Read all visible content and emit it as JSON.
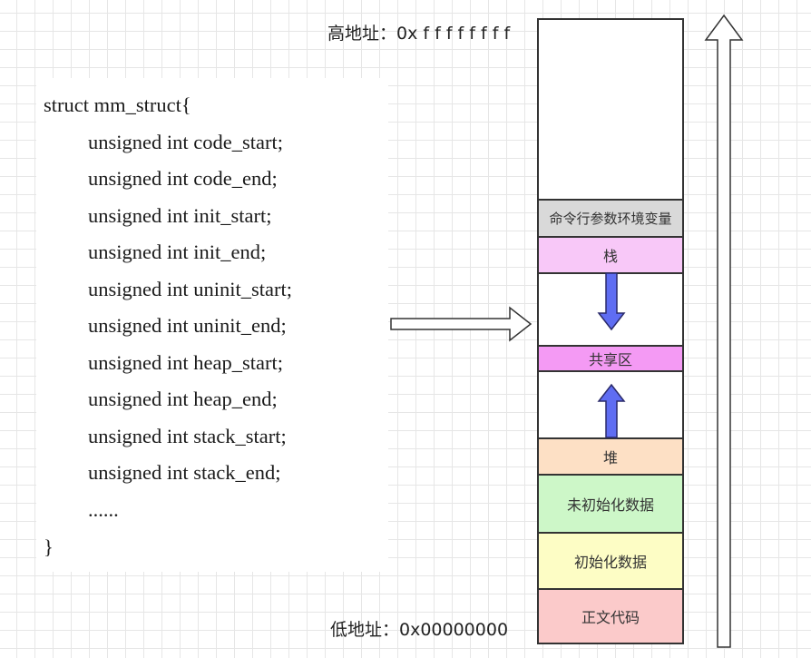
{
  "code": {
    "lines": [
      "struct mm_struct{",
      "unsigned int code_start;",
      "unsigned int code_end;",
      "unsigned int init_start;",
      "unsigned int init_end;",
      "unsigned int uninit_start;",
      "unsigned int uninit_end;",
      "unsigned int heap_start;",
      "unsigned int heap_end;",
      "unsigned int stack_start;",
      "unsigned int stack_end;",
      "......",
      "}"
    ]
  },
  "address": {
    "high": "高地址：0x f f f f f f f f",
    "low": "低地址：0x00000000"
  },
  "memory": {
    "segments": {
      "env": "命令行参数环境变量",
      "stack": "栈",
      "shared": "共享区",
      "heap": "堆",
      "bss": "未初始化数据",
      "data": "初始化数据",
      "text": "正文代码"
    },
    "colors": {
      "env": "#d9d9d9",
      "stack": "#f8c8f8",
      "shared": "#f49af4",
      "heap": "#fde0c5",
      "bss": "#cdf7c8",
      "data": "#fdfdc5",
      "text": "#fbcaca",
      "growth_arrow": "#5f6df2"
    }
  },
  "icons": {
    "pointer": "hollow-right-arrow-icon",
    "stack_growth": "down-arrow-icon",
    "heap_growth": "up-arrow-icon",
    "address_direction": "hollow-up-arrow-icon"
  }
}
